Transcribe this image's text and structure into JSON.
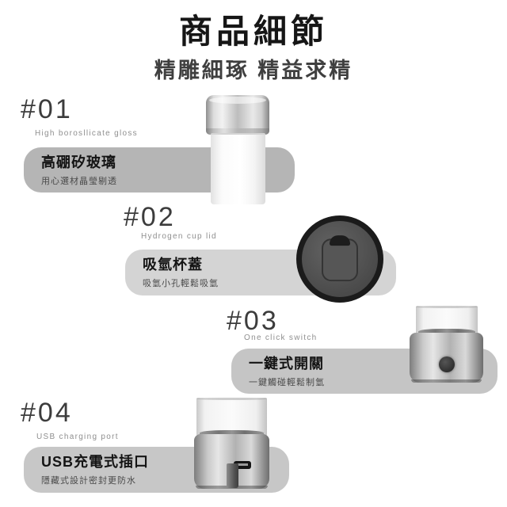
{
  "page": {
    "title": "商品細節",
    "subtitle": "精雕細琢 精益求精",
    "background": "#ffffff"
  },
  "sections": [
    {
      "number": "#01",
      "caption": "High borosllicate gloss",
      "title": "高硼矽玻璃",
      "description": "用心選材晶瑩剔透",
      "image": "glass-bottle-with-steel-cap"
    },
    {
      "number": "#02",
      "caption": "Hydrogen cup lid",
      "title": "吸氫杯蓋",
      "description": "吸氫小孔輕鬆吸氫",
      "image": "cup-lid-top-view"
    },
    {
      "number": "#03",
      "caption": "One click switch",
      "title": "一鍵式開關",
      "description": "一鍵觸碰輕鬆制氫",
      "image": "bottle-base-with-switch-button"
    },
    {
      "number": "#04",
      "caption": "USB charging port",
      "title": "USB充電式插口",
      "description": "隱藏式設計密封更防水",
      "image": "bottle-base-with-usb-plug"
    }
  ],
  "colors": {
    "title": "#161616",
    "subtitle": "#3f3f3f",
    "section_number": "#3c3c3c",
    "caption": "#8f8f8f",
    "box_title": "#141414",
    "box_description": "#4a4a4a",
    "box1_bg": "#b5b5b5",
    "box2_bg": "#d4d4d4",
    "box3_bg": "#c5c5c5",
    "box4_bg": "#c7c7c7",
    "lid_ring": "#1b1b1b"
  }
}
